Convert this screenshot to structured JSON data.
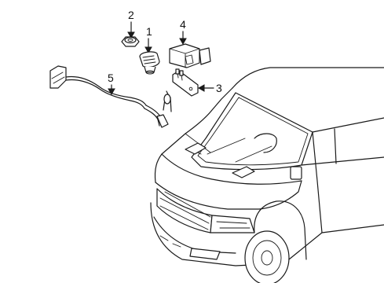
{
  "diagram": {
    "callouts": [
      {
        "id": "c1",
        "label": "1"
      },
      {
        "id": "c2",
        "label": "2"
      },
      {
        "id": "c3",
        "label": "3"
      },
      {
        "id": "c4",
        "label": "4"
      },
      {
        "id": "c5",
        "label": "5"
      }
    ],
    "colors": {
      "line": "#1a1a1a",
      "background": "#ffffff"
    }
  }
}
